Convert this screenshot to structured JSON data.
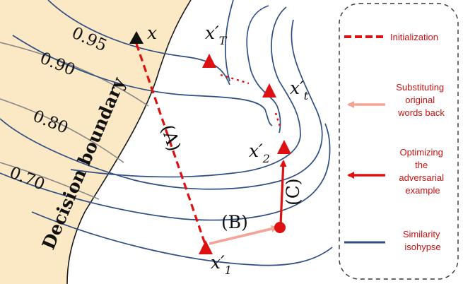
{
  "colors": {
    "boundary_fill": "#fbe8c4",
    "isohypse": "#2f4e84",
    "isohypse_grey": "#888888",
    "init": "#dd1111",
    "substitute": "#f4a394",
    "optimize": "#dd1111",
    "marker": "#dd1111"
  },
  "contour_labels": [
    "0.95",
    "0.90",
    "0.80",
    "0.70"
  ],
  "boundary_label": "Decision boundary",
  "points": {
    "x": "x",
    "xT": "x′",
    "xT_sub": "T",
    "xt": "x′",
    "xt_sub": "t",
    "x2": "x′",
    "x2_sub": "2",
    "x1": "x′",
    "x1_sub": "1"
  },
  "steps": {
    "A": "(A)",
    "B": "(B)",
    "C": "(C)"
  },
  "legend": {
    "items": [
      {
        "label": "Initialization"
      },
      {
        "label": "Substituting original words back"
      },
      {
        "label": "Optimizing the adversarial example"
      },
      {
        "label": "Similarity isohypse"
      }
    ]
  }
}
